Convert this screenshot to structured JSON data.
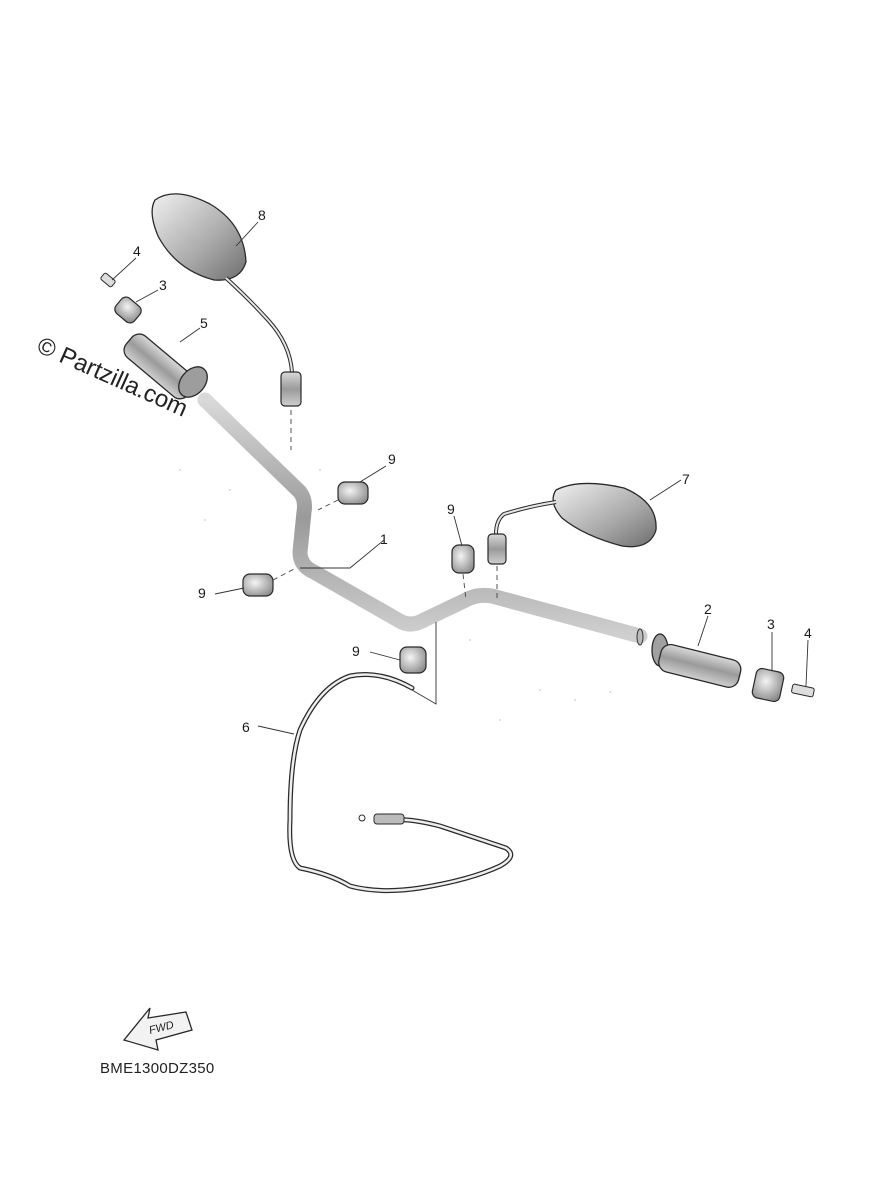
{
  "watermark": "© Partzilla.com",
  "diagram_code": "BME1300DZ350",
  "fwd_label": "FWD",
  "callouts": {
    "handlebar": "1",
    "grip_right": "2",
    "weight_right": "3",
    "weight_left": "3",
    "screw_right": "4",
    "screw_left": "4",
    "grip_left": "5",
    "cable": "6",
    "mirror_right": "7",
    "mirror_left": "8",
    "clamp_a": "9",
    "clamp_b": "9",
    "clamp_c": "9",
    "clamp_d": "9"
  }
}
